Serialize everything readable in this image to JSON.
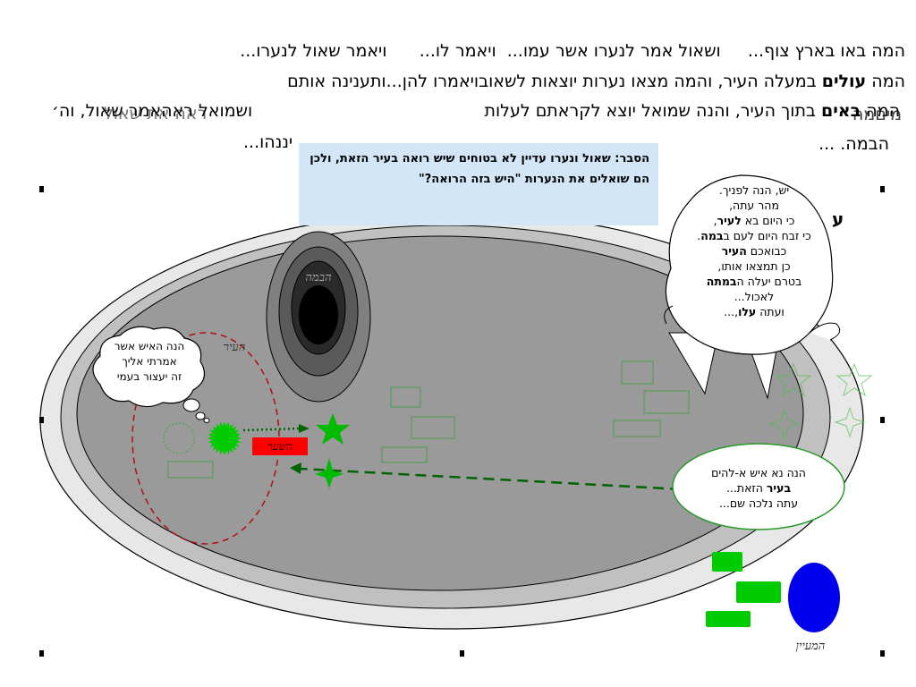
{
  "top_text": {
    "line1_parts": [
      "המה באו בארץ צוף...",
      "ושאול אמר לנערו אשר עמו...",
      "ויאמר לו...",
      "ויאמר שאול לנערו..."
    ],
    "line2_pre": "המה ",
    "line2_bold": "עולים",
    "line2_post": " במעלה העיר, והמה מצאו נערות יוצאות לשאובויאמרו להן...ותענינה אותם",
    "line3_pre": "המה ",
    "line3_bold": "באים",
    "line3_post": " בתוך העיר, והנה שמואל יוצא לקראתם לעלות",
    "line3_right_overlap": "מיםמה",
    "line3_left": "ושמואל ראהאמר שאול, וה׳",
    "line3_left_overlap": "ראה את שאול",
    "line4_right": "הבמה. ...",
    "line4_left": "יננהו..."
  },
  "explanation": "הסבר: שאול ונערו עדיין לא בטוחים שיש רואה בעיר הזאת, ולכן הם שואלים את הנערות \"היש בזה הרואה?\"",
  "bubble_right": {
    "lines": [
      {
        "t": "יש, הנה לפניך."
      },
      {
        "t": "מהר עתה,"
      },
      {
        "t": "כי היום בא ",
        "b": "לעיר",
        "a": ","
      },
      {
        "t": "כי זבח היום לעם ב",
        "b": "במה",
        "a": "."
      },
      {
        "t": "כבואכם ",
        "b": "העיר"
      },
      {
        "t": "כן תמצאו אותו,"
      },
      {
        "t": "בטרם יעלה ה",
        "b": "במתה"
      },
      {
        "t": "לאכול..."
      },
      {
        "t": "ועתה ",
        "b": "עלו",
        "a": ",..."
      }
    ]
  },
  "bubble_bottom": {
    "lines": [
      {
        "t": "הנה נא איש א-להים"
      },
      {
        "b": "בעיר",
        "a": " הזאת..."
      },
      {
        "t": "עתה נלכה שם..."
      }
    ]
  },
  "thought_bubble": {
    "lines": [
      "הנה האיש אשר",
      "אמרתי אליך",
      "זה יעצור בעמי"
    ]
  },
  "labels": {
    "bama": "הבמה",
    "ir": "העיר",
    "shaar": "השער",
    "mayan": "המעיין",
    "edge_letter": "ע"
  },
  "colors": {
    "green": "#00cc00",
    "dark_green": "#008a00",
    "blue": "#0000ee",
    "red": "#ff0000",
    "outer_fill": "#e8e8e8",
    "mid_fill": "#c0c0c0",
    "inner_fill": "#9a9a9a"
  }
}
